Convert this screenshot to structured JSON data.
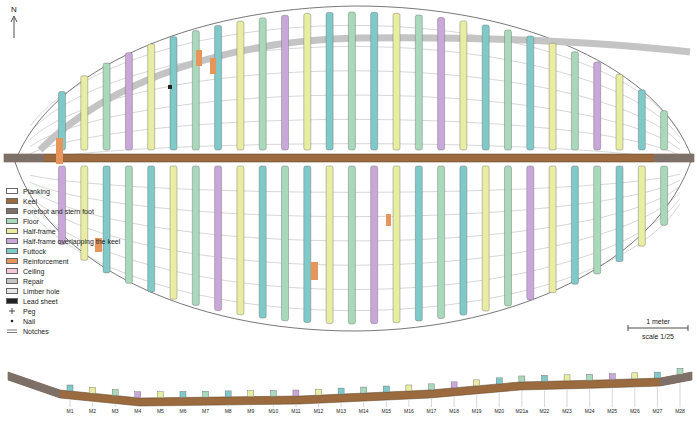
{
  "diagram": {
    "labels": [
      "N",
      "M1",
      "M2",
      "M3",
      "M4",
      "M5",
      "M6",
      "M7",
      "M8",
      "M9",
      "M10",
      "M11",
      "M12",
      "M13",
      "M14",
      "M15",
      "M16",
      "M17",
      "M18",
      "M19",
      "M20",
      "M21a",
      "M22",
      "M23",
      "M24",
      "M25",
      "M26",
      "M27",
      "M28",
      "1 meter",
      "scale 1/25"
    ],
    "legend": [
      {
        "text": "Planking",
        "color": "#ffffff"
      },
      {
        "text": "Keel",
        "color": "#9b6b3f"
      },
      {
        "text": "Forefoot and stern foot",
        "color": "#7d7068"
      },
      {
        "text": "Floor",
        "color": "#a9d9bb"
      },
      {
        "text": "Half-frame",
        "color": "#e9eda2"
      },
      {
        "text": "Half-frame overlapping the keel",
        "color": "#c9a8d9"
      },
      {
        "text": "Futtock",
        "color": "#7fc9c9"
      },
      {
        "text": "Reinforcement",
        "color": "#e8955c"
      },
      {
        "text": "Ceiling",
        "color": "#f5c8d8"
      },
      {
        "text": "Repair",
        "color": "#c4c4c4"
      },
      {
        "text": "Limber hole",
        "color": "#e6e6e6"
      },
      {
        "text": "Lead sheet",
        "color": "#222222"
      },
      {
        "text": "Peg"
      },
      {
        "text": "Nail"
      },
      {
        "text": "Notches"
      }
    ]
  }
}
